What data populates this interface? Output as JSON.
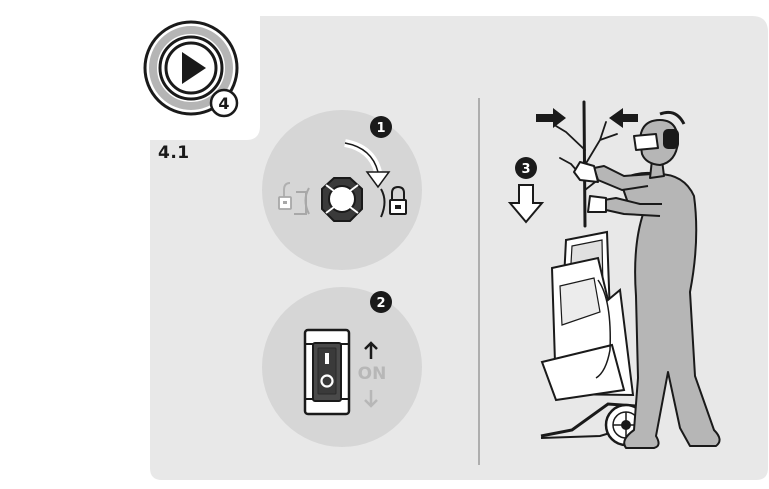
{
  "header": {
    "step_badge_number": "4",
    "section_number": "4.1"
  },
  "steps": [
    {
      "number": "1"
    },
    {
      "number": "2"
    },
    {
      "number": "3"
    }
  ],
  "switch": {
    "state_label": "ON",
    "on_symbol": "I",
    "off_symbol": "O"
  },
  "icons": {
    "play": "play-icon",
    "unlock": "unlock-icon",
    "lock": "lock-icon",
    "rotation_arrow": "clockwise-arrow-icon",
    "feed_arrow": "down-arrow-icon"
  },
  "colors": {
    "panel": "#e8e8e8",
    "circle": "#d6d6d6",
    "ink": "#1a1a1a",
    "light_ink": "#b7b7b7"
  }
}
